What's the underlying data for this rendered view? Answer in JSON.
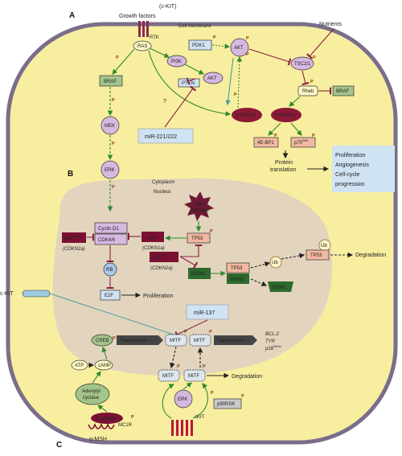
{
  "panels": {
    "a": "A",
    "b": "B",
    "c": "C"
  },
  "top": {
    "ckit": "(c-KIT)",
    "growth_factors": "Growth factors",
    "cell_membrane": "Cell membrane",
    "rtk": "RTK",
    "nutrients": "Nutrients"
  },
  "nodes": {
    "ras": "RAS",
    "pdk1": "PDK1",
    "pi3k": "PI3K",
    "pten": "PTEN",
    "akt_left": "AKT",
    "akt_top": "AKT",
    "tsc": "TSC2/1",
    "rheb": "Rheb",
    "braf_right": "BRAF",
    "braf_left": "BRAF",
    "mek": "MEK",
    "erk_top": "ERK",
    "mtorc2": "mTORC2",
    "mtorc1": "mTORC1",
    "ebp1": "4E-BP1",
    "p70": "p70",
    "p70_sup": "S6K",
    "protein_translation_1": "Protein",
    "protein_translation_2": "translation",
    "question": "?",
    "mir221": "miR-221/222"
  },
  "outcomes": {
    "line1": "Proliferation",
    "line2": "Angiogenesis",
    "line3": "Cell-cycle",
    "line4": "progression"
  },
  "nucleus": {
    "cytoplasm": "Cytoplasm",
    "nucleus": "Nucleus",
    "dna_damage_1": "DNA",
    "dna_damage_2": "damage",
    "p16": "p16",
    "p16_sup": "INK4A",
    "cdkn2a_1": "(CDKN2a)",
    "cyclin": "Cyclin D1",
    "cdk": "CDK4/6",
    "p21": "p21",
    "cdkn1a": "(CDKN1a)",
    "tp53": "TP53",
    "p14": "p14",
    "p14_sup": "ARF",
    "cdkn2a_2": "(CDKN2a)",
    "mdm2_a": "MDM2",
    "tp53_b": "TP53",
    "mdm2_b": "MDM2",
    "mdm2_c": "MDM2",
    "ub_1": "Ub",
    "ub_2": "Ub",
    "tp53_c": "TP53",
    "degradation_1": "Degradation",
    "rb": "RB",
    "e2f": "E2F",
    "proliferation": "Proliferation"
  },
  "bottom": {
    "ckit_label": "c-KIT",
    "mir137": "miR-137",
    "creb": "CREB",
    "transcription_1": "Transcription",
    "mitf_1": "MITF",
    "mitf_2": "MITF",
    "transcription_2": "Transcription",
    "target_1": "BCL-2",
    "target_2": "TYR",
    "target_3": "p16",
    "target_3_sup": "INK4a",
    "atp": "ATP",
    "camp": "cAMP",
    "adenylyl_1": "Adenylyl",
    "adenylyl_2": "cyclase",
    "mitf_3": "MITF",
    "mitf_4": "MITF",
    "degradation_2": "Degradation",
    "erk_bottom": "ERK",
    "p90rsk": "p90RSK",
    "g_protein": "G protein",
    "mc1r": "MC1R",
    "alpha_msh": "α-MSH",
    "ckit_receptor": "cKIT"
  },
  "p": "P",
  "colors": {
    "cell_fill": "#f8eea0",
    "nucleus_fill": "#e2d4bd",
    "green": "#2f8a2f",
    "maroon": "#7a1133",
    "blue_box": "#cfe3f3"
  }
}
